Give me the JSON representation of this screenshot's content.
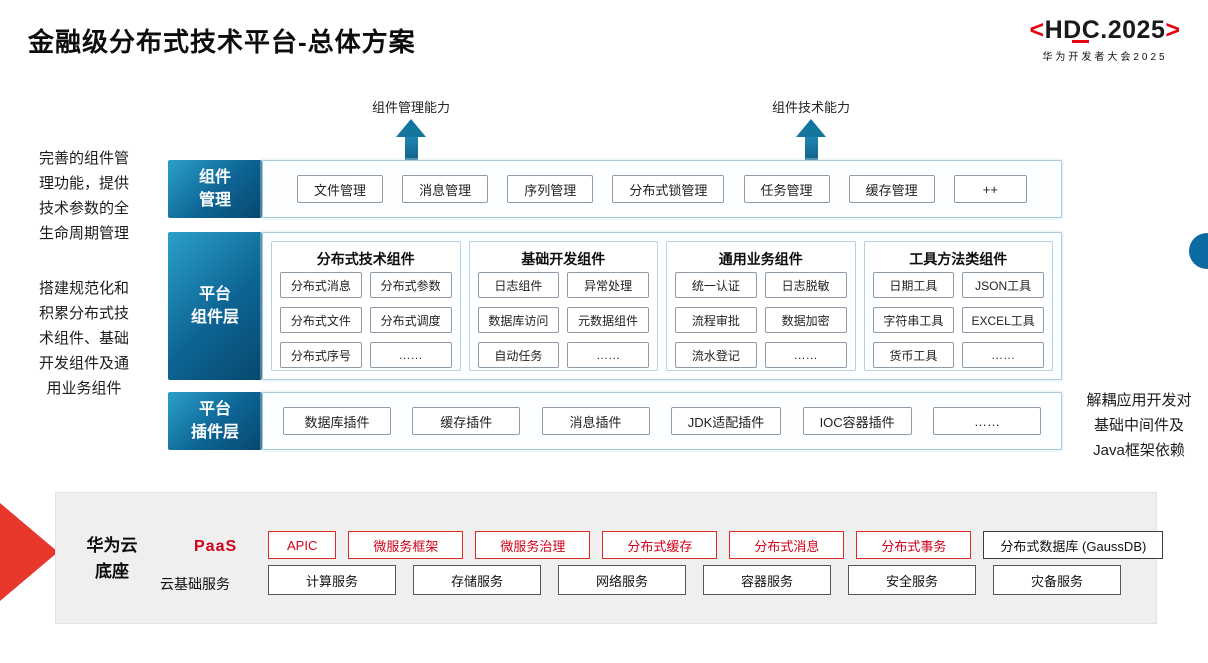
{
  "title": "金融级分布式技术平台-总体方案",
  "logo": {
    "left": "<",
    "text": "HDC.2025",
    "right": ">",
    "sub": "华为开发者大会2025"
  },
  "arrows": {
    "left_label": "组件管理能力",
    "right_label": "组件技术能力"
  },
  "notes": {
    "left_top": "完善的组件管\n理功能，提供\n技术参数的全\n生命周期管理",
    "left_middle": "搭建规范化和\n积累分布式技\n术组件、基础\n开发组件及通\n用业务组件",
    "right": "解耦应用开发对\n基础中间件及\nJava框架依赖"
  },
  "rows": {
    "management": {
      "label": "组件\n管理",
      "items": [
        "文件管理",
        "消息管理",
        "序列管理",
        "分布式锁管理",
        "任务管理",
        "缓存管理",
        "++"
      ]
    },
    "components": {
      "label": "平台\n组件层",
      "groups": [
        {
          "title": "分布式技术组件",
          "items": [
            "分布式消息",
            "分布式参数",
            "分布式文件",
            "分布式调度",
            "分布式序号",
            "……"
          ]
        },
        {
          "title": "基础开发组件",
          "items": [
            "日志组件",
            "异常处理",
            "数据库访问",
            "元数据组件",
            "自动任务",
            "……"
          ]
        },
        {
          "title": "通用业务组件",
          "items": [
            "统一认证",
            "日志脱敏",
            "流程审批",
            "数据加密",
            "流水登记",
            "……"
          ]
        },
        {
          "title": "工具方法类组件",
          "items": [
            "日期工具",
            "JSON工具",
            "字符串工具",
            "EXCEL工具",
            "货币工具",
            "……"
          ]
        }
      ]
    },
    "plugins": {
      "label": "平台\n插件层",
      "items": [
        "数据库插件",
        "缓存插件",
        "消息插件",
        "JDK适配插件",
        "IOC容器插件",
        "……"
      ]
    }
  },
  "foundation": {
    "label": "华为云\n底座",
    "paas": {
      "label": "PaaS",
      "items": [
        "APIC",
        "微服务框架",
        "微服务治理",
        "分布式缓存",
        "分布式消息",
        "分布式事务"
      ],
      "db": "分布式数据库 (GaussDB)"
    },
    "cloud": {
      "label": "云基础服务",
      "items": [
        "计算服务",
        "存储服务",
        "网络服务",
        "容器服务",
        "安全服务",
        "灾备服务"
      ]
    }
  },
  "colors": {
    "accent_blue": "#0d6494",
    "arrow_teal": "#16759f",
    "brand_red": "#e60012",
    "box_border_blue": "#a6c9dc",
    "chip_border_gray": "#8f9ba7",
    "foundation_gray": "#efefef"
  }
}
